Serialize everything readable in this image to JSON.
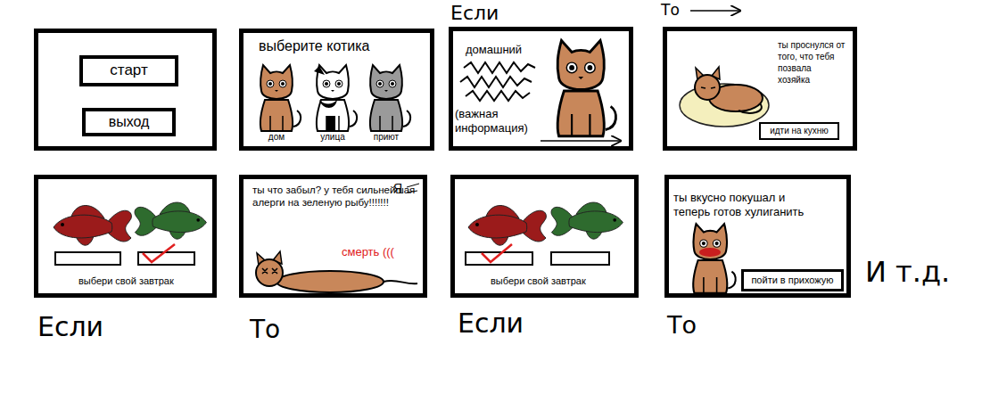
{
  "diagram": {
    "nodes": [
      {
        "text": []
      },
      {
        "text": [
          "старт"
        ],
        "in": 0
      },
      {
        "text": [
          "выход"
        ],
        "in": 0
      },
      {
        "text": [
          "выберите котика",
          "дом",
          "улица",
          "приют"
        ]
      },
      {
        "text": [
          "домашний",
          "(важная информация)"
        ]
      },
      {
        "text": [
          "ты проснулся от того, что тебя позвала хозяйка"
        ]
      },
      {
        "text": [
          "идти на кухню"
        ],
        "in": 5
      },
      {
        "text": [
          "выбери свой завтрак"
        ]
      },
      {
        "text": [
          "ты что забыл? у тебя сильнейшая алерги на зеленую рыбу!!!!!!!",
          "смерть (((",
          "Я"
        ]
      },
      {
        "text": [
          "выбери свой завтрак"
        ]
      },
      {
        "text": [
          "ты вкусно покушал и теперь готов хулиганить"
        ]
      },
      {
        "text": [
          "пойти в прихожую"
        ],
        "in": 10
      }
    ],
    "labels": [
      "Если",
      "То",
      "И т.д.",
      "Если",
      "То",
      "Если",
      "То"
    ]
  }
}
